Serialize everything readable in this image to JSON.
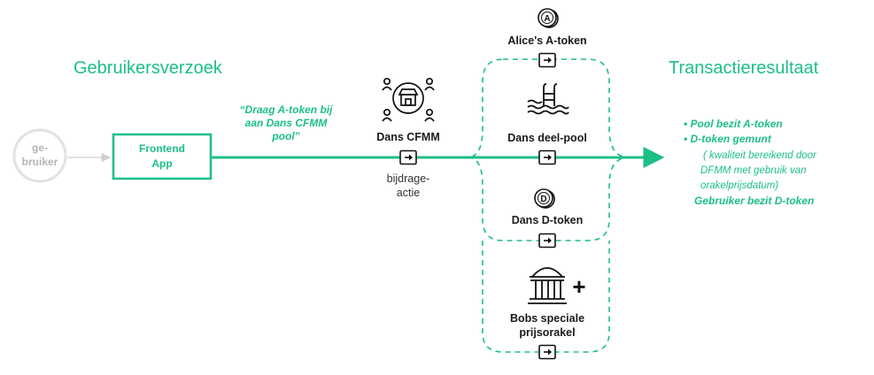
{
  "colors": {
    "accent": "#1dbf84",
    "muted": "#c8c8c8",
    "ink": "#1a1a1a"
  },
  "headings": {
    "left": "Gebruikersverzoek",
    "right": "Transactieresultaat"
  },
  "user": {
    "line1": "ge-",
    "line2": "bruiker"
  },
  "frontend": {
    "line1": "Frontend",
    "line2": "App"
  },
  "request_quote": {
    "line1": "“Draag A-token bij",
    "line2": "aan Dans CFMM",
    "line3": "pool”"
  },
  "cfmm": {
    "name": "Dans CFMM",
    "icon": "store-with-users-icon",
    "action_line1": "bijdrage-",
    "action_line2": "actie"
  },
  "tokens": {
    "a_token": {
      "label": "Alice's A-token",
      "glyph": "A",
      "icon": "coin-a-icon"
    },
    "pool": {
      "label": "Dans deel-pool",
      "icon": "swimming-pool-icon"
    },
    "d_token": {
      "label": "Dans D-token",
      "glyph": "D",
      "icon": "coin-d-icon"
    },
    "oracle": {
      "line1": "Bobs speciale",
      "line2": "prijsorakel",
      "icon": "bank-building-icon",
      "plus": "+"
    }
  },
  "result": {
    "item1": "• Pool bezit A-token",
    "item2": "• D-token gemunt",
    "detail1": "( kwaliteit bereikend door",
    "detail2": "DFMM met gebruik van",
    "detail3": "orakelprijsdatum)",
    "item3": "Gebruiker bezit D-token"
  }
}
